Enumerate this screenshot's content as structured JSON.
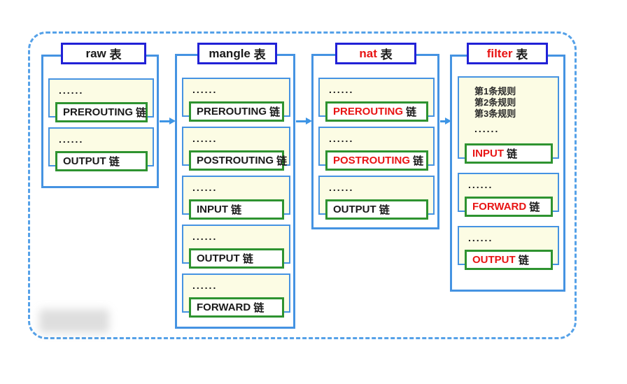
{
  "colors": {
    "frame_blue": "#55A1E8",
    "container_blue": "#4593E2",
    "title_border_blue": "#2121D6",
    "chain_green": "#2E9330",
    "section_cream": "#FCFCE4",
    "arrow_blue": "#3E95E5",
    "red": "#E81414",
    "black": "#1A1A1A"
  },
  "tables": [
    {
      "title": {
        "word": "raw",
        "suffix": " 表",
        "color": "#1A1A1A"
      },
      "sections": [
        {
          "dots": "......",
          "chain": {
            "word": "PREROUTING",
            "suffix": " 链",
            "color": "#1A1A1A"
          }
        },
        {
          "dots": "......",
          "chain": {
            "word": "OUTPUT",
            "suffix": " 链",
            "color": "#1A1A1A"
          }
        }
      ]
    },
    {
      "title": {
        "word": "mangle",
        "suffix": " 表",
        "color": "#1A1A1A"
      },
      "sections": [
        {
          "dots": "......",
          "chain": {
            "word": "PREROUTING",
            "suffix": " 链",
            "color": "#1A1A1A"
          }
        },
        {
          "dots": "......",
          "chain": {
            "word": "POSTROUTING",
            "suffix": " 链",
            "color": "#1A1A1A"
          }
        },
        {
          "dots": "......",
          "chain": {
            "word": "INPUT",
            "suffix": " 链",
            "color": "#1A1A1A"
          }
        },
        {
          "dots": "......",
          "chain": {
            "word": "OUTPUT",
            "suffix": " 链",
            "color": "#1A1A1A"
          }
        },
        {
          "dots": "......",
          "chain": {
            "word": "FORWARD",
            "suffix": " 链",
            "color": "#1A1A1A"
          }
        }
      ]
    },
    {
      "title": {
        "word": "nat",
        "suffix": " 表",
        "color": "#E81414"
      },
      "sections": [
        {
          "dots": "......",
          "chain": {
            "word": "PREROUTING",
            "suffix": " 链",
            "color": "#E81414"
          }
        },
        {
          "dots": "......",
          "chain": {
            "word": "POSTROUTING",
            "suffix": " 链",
            "color": "#E81414"
          }
        },
        {
          "dots": "......",
          "chain": {
            "word": "OUTPUT",
            "suffix": " 链",
            "color": "#1A1A1A"
          }
        }
      ]
    },
    {
      "title": {
        "word": "filter",
        "suffix": " 表",
        "color": "#E81414"
      },
      "rules": [
        "第1条规则",
        "第2条规则",
        "第3条规则",
        "......"
      ],
      "sections": [
        {
          "chain": {
            "word": "INPUT",
            "suffix": " 链",
            "color": "#E81414"
          }
        },
        {
          "dots": "......",
          "chain": {
            "word": "FORWARD",
            "suffix": " 链",
            "color": "#E81414"
          }
        },
        {
          "dots": "......",
          "chain": {
            "word": "OUTPUT",
            "suffix": " 链",
            "color": "#E81414"
          }
        }
      ]
    }
  ]
}
